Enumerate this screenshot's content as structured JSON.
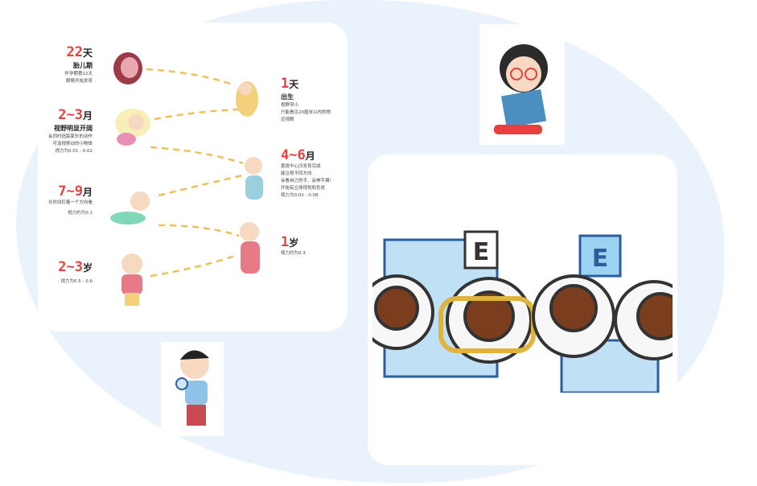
{
  "timeline": {
    "left": [
      {
        "num": "22",
        "unit": "天",
        "title": "胎儿期",
        "lines": [
          "怀孕期第22天",
          "眼睛开始发育"
        ]
      },
      {
        "num": "2~3",
        "unit": "月",
        "title": "视野明显开阔",
        "lines": [
          "会同时追踪家长的动作",
          "可追视移动的小物体",
          "视力为0.01 - 0.02"
        ]
      },
      {
        "num": "7~9",
        "unit": "月",
        "title": "",
        "lines": [
          "长时间盯着一个方向看",
          "视力约为0.1"
        ]
      },
      {
        "num": "2~3",
        "unit": "岁",
        "title": "",
        "lines": [
          "视力为0.5 - 0.6"
        ]
      }
    ],
    "right": [
      {
        "num": "1",
        "unit": "天",
        "title": "出生",
        "lines": [
          "视野窄小",
          "只能看见20厘米以内的物",
          "近视眼"
        ]
      },
      {
        "num": "4~6",
        "unit": "月",
        "title": "",
        "lines": [
          "黄斑中心凹发育完成",
          "能注视不同方向",
          "会看自己的手、会伸手摸!",
          "开始有立体视觉和色觉",
          "视力为0.02 - 0.08"
        ]
      },
      {
        "num": "1",
        "unit": "岁",
        "title": "",
        "lines": [
          "视力约为0.3"
        ]
      }
    ]
  },
  "chart_letters": [
    "E",
    "E"
  ],
  "colors": {
    "accent": "#e8403c",
    "dash": "#f0c058",
    "bg": "#eaf3fb"
  }
}
